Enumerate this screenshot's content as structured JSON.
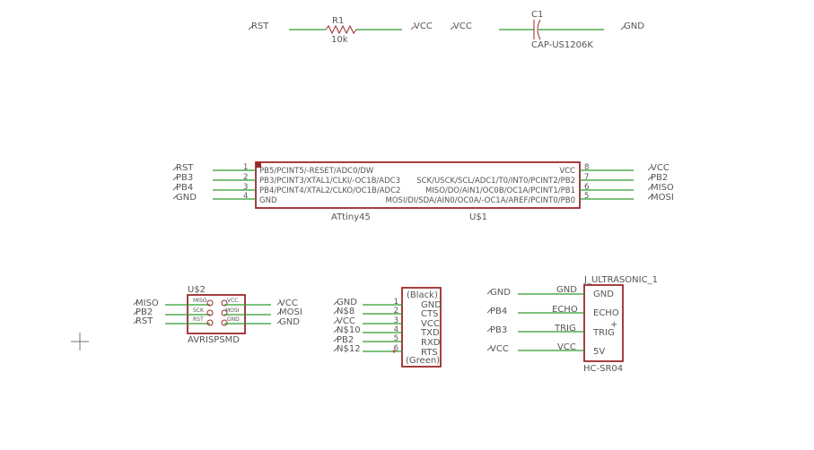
{
  "top": {
    "rst": "RST",
    "r1_name": "R1",
    "r1_value": "10k",
    "vcc_a": "VCC",
    "vcc_b": "VCC",
    "c1_name": "C1",
    "c1_value": "CAP-US1206K",
    "gnd": "GND"
  },
  "mcu": {
    "part": "ATtiny45",
    "ref": "U$1",
    "left_pins": [
      {
        "net": "RST",
        "num": "1",
        "name": "PB5/PCINT5/-RESET/ADC0/DW"
      },
      {
        "net": "PB3",
        "num": "2",
        "name": "PB3/PCINT3/XTAL1/CLKI/-OC1B/ADC3"
      },
      {
        "net": "PB4",
        "num": "3",
        "name": "PB4/PCINT4/XTAL2/CLKO/OC1B/ADC2"
      },
      {
        "net": "GND",
        "num": "4",
        "name": "GND"
      }
    ],
    "right_pins": [
      {
        "net": "VCC",
        "num": "8",
        "name": "VCC"
      },
      {
        "net": "PB2",
        "num": "7",
        "name": "SCK/USCK/SCL/ADC1/T0/INT0/PCINT2/PB2"
      },
      {
        "net": "MISO",
        "num": "6",
        "name": "MISO/DO/AIN1/OC0B/OC1A/PCINT1/PB1"
      },
      {
        "net": "MOSI",
        "num": "5",
        "name": "MOSI/DI/SDA/AIN0/OC0A/-OC1A/AREF/PCINT0/PB0"
      }
    ]
  },
  "isp": {
    "ref": "U$2",
    "part": "AVRISPSMD",
    "left_nets": [
      "MISO",
      "PB2",
      "RST"
    ],
    "right_nets": [
      "VCC",
      "MOSI",
      "GND"
    ],
    "left_pin_names": [
      "MISO",
      "SCK",
      "RST"
    ],
    "right_pin_names": [
      "VCC",
      "MOSI",
      "GND"
    ]
  },
  "ftdi": {
    "top_label": "(Black)",
    "bottom_label": "(Green)",
    "pins": [
      {
        "net": "GND",
        "num": "1",
        "name": "GND"
      },
      {
        "net": "N$8",
        "num": "2",
        "name": "CTS"
      },
      {
        "net": "VCC",
        "num": "3",
        "name": "VCC"
      },
      {
        "net": "N$10",
        "num": "4",
        "name": "TXD"
      },
      {
        "net": "PB2",
        "num": "5",
        "name": "RXD"
      },
      {
        "net": "N$12",
        "num": "6",
        "name": "RTS"
      }
    ]
  },
  "sonar": {
    "ref": "J_ULTRASONIC_1",
    "part": "HC-SR04",
    "plus": "+",
    "pins": [
      {
        "net": "GND",
        "wire": "GND",
        "name": "GND"
      },
      {
        "net": "PB4",
        "wire": "ECHO",
        "name": "ECHO"
      },
      {
        "net": "PB3",
        "wire": "TRIG",
        "name": "TRIG"
      },
      {
        "net": "VCC",
        "wire": "VCC",
        "name": "5V"
      }
    ]
  }
}
